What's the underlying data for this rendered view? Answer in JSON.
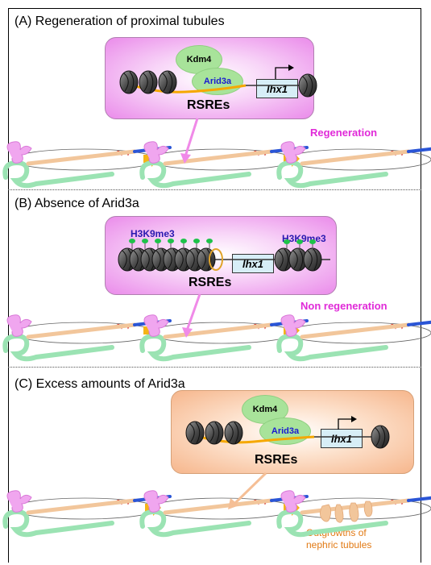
{
  "panels": {
    "a": {
      "title": "(A) Regeneration of proximal tubules",
      "kdm": "Kdm4",
      "arid": "Arid3a",
      "gene": "lhx1",
      "rsre": "RSREs",
      "outcome": "Regeneration"
    },
    "b": {
      "title": "(B) Absence of Arid3a",
      "mark_left": "H3K9me3",
      "mark_right": "H3K9me3",
      "gene": "lhx1",
      "rsre": "RSREs",
      "outcome": "Non regeneration"
    },
    "c": {
      "title": "(C) Excess amounts of Arid3a",
      "kdm": "Kdm4",
      "arid": "Arid3a",
      "gene": "lhx1",
      "rsre": "RSREs",
      "outcome_line1": "Outgrowths of",
      "outcome_line2": "nephric tubules"
    }
  },
  "colors": {
    "magenta_box": "#ea8bea",
    "peach_box": "#f6b68c",
    "enzyme": "#a8e39a",
    "gene_box": "#d7eef7",
    "regeneration_text": "#e02ad8",
    "outgrowth_text": "#e27a14",
    "step_arrow": "#f5b417",
    "pointer_pink": "#f08ae8",
    "pointer_peach": "#f5bf96",
    "tubule_blue": "#2a55d6",
    "tubule_tan": "#f2c69b"
  },
  "icons": [
    "nucleosome-icon",
    "promoter-arrow-icon",
    "methyl-mark-icon",
    "nephron-icon",
    "step-arrow-icon"
  ]
}
